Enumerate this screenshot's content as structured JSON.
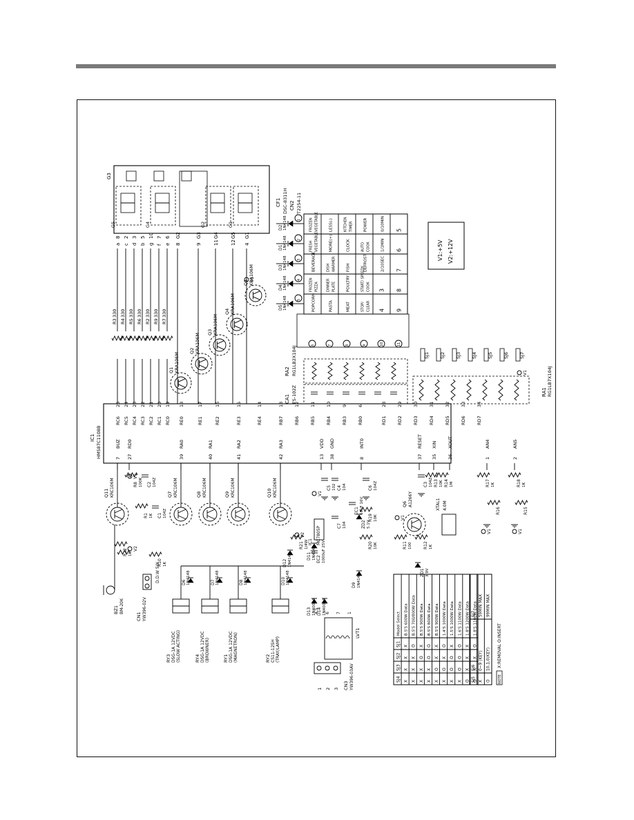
{
  "colors": {
    "ink": "#000000",
    "header_bar": "#7a7a7a",
    "paper": "#ffffff"
  },
  "ic1": {
    "name": "IC1",
    "part": "HMS87C1108B",
    "pins_left": [
      [
        "7",
        "BUZ"
      ],
      [
        "27",
        "RD0"
      ],
      [
        "39",
        "RA0"
      ],
      [
        "40",
        "RA1"
      ],
      [
        "41",
        "RA2"
      ],
      [
        "42",
        "RA3"
      ],
      [
        "13",
        "VDD"
      ],
      [
        "38",
        "GND"
      ],
      [
        "8",
        "INT0"
      ],
      [
        "37",
        "RESET"
      ],
      [
        "35",
        "XIN"
      ],
      [
        "36",
        "XOUT"
      ],
      [
        "1",
        "AN4"
      ],
      [
        "2",
        "AN5"
      ]
    ],
    "pins_right_top": [
      [
        "RC6",
        "25"
      ],
      [
        "RC5",
        "24"
      ],
      [
        "RC4",
        "23"
      ],
      [
        "RC3",
        "22"
      ],
      [
        "RC2",
        "21"
      ],
      [
        "RC1",
        "20"
      ],
      [
        "RC0",
        "19"
      ],
      [
        "RE0",
        "18"
      ],
      [
        "RE1",
        "17"
      ],
      [
        "RE2",
        "16"
      ],
      [
        "RE3",
        "15"
      ],
      [
        "RE4",
        "14"
      ]
    ],
    "pins_right_bottom": [
      [
        "RB7",
        "13"
      ],
      [
        "RB6",
        "12"
      ],
      [
        "RB5",
        "11"
      ],
      [
        "RB4",
        "10"
      ],
      [
        "RB3",
        "9"
      ],
      [
        "RB0",
        "6"
      ],
      [
        "RD1",
        "28"
      ],
      [
        "RD2",
        "29"
      ],
      [
        "RD3",
        "30"
      ],
      [
        "RD4",
        "31"
      ],
      [
        "RD5",
        "32"
      ],
      [
        "RD6",
        "33"
      ],
      [
        "RD7",
        "34"
      ]
    ]
  },
  "seg_resistors": [
    [
      "R3",
      "330"
    ],
    [
      "R4",
      "330"
    ],
    [
      "R5",
      "330"
    ],
    [
      "R6",
      "330"
    ],
    [
      "R2",
      "330"
    ],
    [
      "R9",
      "330"
    ],
    [
      "R7",
      "330"
    ]
  ],
  "seg_letters": [
    "a",
    "c",
    "d",
    "b",
    "g",
    "f",
    "e"
  ],
  "seg_numbers": [
    "8",
    "2",
    "3",
    "5",
    "10",
    "7",
    "6"
  ],
  "grid_numbers": [
    "8",
    "9",
    "11",
    "12",
    "4"
  ],
  "grid_labels": [
    "G2",
    "G3",
    "G4",
    "G5",
    "G1"
  ],
  "display": {
    "grid_label": "G3",
    "digit_groups": [
      "G5",
      "G4",
      "G2",
      "G1"
    ]
  },
  "vfd": {
    "label": "CF1",
    "part": "DSC-8311H"
  },
  "connector_cn2": {
    "label": "CN2",
    "part": "T2254-11"
  },
  "transistors_right": [
    [
      "Q1",
      "KRA106M"
    ],
    [
      "Q2",
      "KRA106M"
    ],
    [
      "Q3",
      "KRA106M"
    ],
    [
      "Q4",
      "KRA106M"
    ],
    [
      "Q5",
      "KRA106M"
    ]
  ],
  "resistor_arrays": {
    "ra2": {
      "label": "RA2",
      "part": "RG1LB2X104J"
    },
    "ca1": {
      "label": "CA1",
      "part": "FS-102Z"
    },
    "ra1": {
      "label": "RA1",
      "part": "RG1LB7X104J"
    }
  },
  "diodes_keypad": [
    [
      "D2",
      "1N4148"
    ],
    [
      "D1",
      "1N4148"
    ],
    [
      "D3",
      "1N4148"
    ],
    [
      "D4",
      "1N4148"
    ],
    [
      "D5",
      "1N4148"
    ]
  ],
  "keypad": [
    [
      "FROZEN VEGETABLE",
      "LESS(-)",
      "KITCHEN TIMER",
      "POWER",
      "0/10MIN",
      "5"
    ],
    [
      "FRESH VEGETABLE",
      "MORE(+)",
      "CLOCK",
      "AUTO COOK",
      "1/1MIN",
      "6"
    ],
    [
      "BEVERAGE",
      "DISH WARMER",
      "FISH",
      "DEFROST",
      "2/10SEC",
      "7"
    ],
    [
      "FROZEN PIZZA",
      "DINNER PLATE",
      "POULTRY",
      "START/ SPEEDY COOK",
      "3",
      "8"
    ],
    [
      "POPCORN",
      "PASTA",
      "MEAT",
      "STOP/ CLEAR",
      "4",
      "9"
    ]
  ],
  "keypad_circles": [
    "(1)",
    "(2)",
    "(3)",
    "(4)",
    "(5)",
    "(6)",
    "(7)",
    "(8)",
    "(9)",
    "(10)",
    "(11)"
  ],
  "jumpers": [
    "SJ1",
    "SJ2",
    "SJ3",
    "SJ4",
    "SJ5",
    "SJ6",
    "SJ7"
  ],
  "power_note": {
    "line1": "V1:+5V",
    "line2": "V2:+12V"
  },
  "left_transistors": [
    [
      "Q11",
      "KRC106M"
    ],
    [
      "Q7",
      "KRC106M"
    ],
    [
      "Q8",
      "KRC106M"
    ],
    [
      "Q9",
      "KRC106M"
    ],
    [
      "Q10",
      "KRC106M"
    ],
    [
      "Q6",
      "A1266Y"
    ]
  ],
  "passives": [
    [
      "R8",
      "100K"
    ],
    [
      "C2",
      "104Z"
    ],
    [
      "R1",
      "1K"
    ],
    [
      "C1",
      "104Z"
    ],
    [
      "R22",
      "1K"
    ],
    [
      "R10",
      "1K"
    ],
    [
      "R11",
      "100"
    ],
    [
      "R12",
      "1K"
    ],
    [
      "R13",
      "10K"
    ],
    [
      "C3",
      "104Z"
    ],
    [
      "R14",
      "1M"
    ],
    [
      "R17",
      "1K"
    ],
    [
      "R18",
      "1K"
    ],
    [
      "R16",
      ""
    ],
    [
      "R15",
      ""
    ],
    [
      "R19",
      "10K"
    ],
    [
      "R20",
      "10K"
    ],
    [
      "R21",
      "1/4W"
    ],
    [
      "C5",
      "102"
    ],
    [
      "C4",
      "104"
    ],
    [
      "C6",
      "104Z"
    ],
    [
      "C7",
      "104"
    ],
    [
      "EC1",
      "10uF 16V"
    ],
    [
      "EC2",
      "1000uF 25V"
    ],
    [
      "ZD2",
      "5.1V"
    ],
    [
      "ZD1",
      "3.9V"
    ],
    [
      "XTAL1",
      "4.0M"
    ],
    [
      "IC1_REG",
      "MC7805P"
    ]
  ],
  "relay_diodes": [
    [
      "D6",
      "1N4148"
    ],
    [
      "D7",
      "1N4148"
    ],
    [
      "D8",
      "1N4148"
    ],
    [
      "D10",
      "1N4148"
    ],
    [
      "D12",
      "1N4148"
    ],
    [
      "D11",
      "1N4148"
    ],
    [
      "D13",
      "1N4002A"
    ],
    [
      "D14",
      "1N4002A"
    ],
    [
      "D9",
      "1N4148"
    ]
  ],
  "relays": [
    [
      "RY3",
      "DSG-1A 12VDC",
      "(SLOW ACTING)"
    ],
    [
      "RY4",
      "DSG-1A 12VDC",
      "(BROWNER)"
    ],
    [
      "RY1",
      "DSG-1A 12VDC",
      "(MAGNETRON)"
    ],
    [
      "RY2",
      "CS11-12SH",
      "(TRAY/LAMP)"
    ]
  ],
  "buzzer": {
    "label": "BZ1",
    "part": "BM-20K"
  },
  "cn1": {
    "label": "CN1",
    "part": "YW396-02V",
    "extra": "D.D.W 5W"
  },
  "cn3": {
    "label": "CN3",
    "part": "YW396-03AV",
    "pins": [
      "1",
      "2",
      "3"
    ]
  },
  "transformer": {
    "label": "LVT1",
    "taps": [
      "4,5",
      "6",
      "7",
      "1"
    ]
  },
  "model_table": {
    "headers": [
      "SJ4",
      "SJ3",
      "SJ2",
      "SJ1",
      "Model Select"
    ],
    "rows": [
      [
        "X",
        "X",
        "X",
        "X",
        "B.S'S 600W Data"
      ],
      [
        "X",
        "X",
        "X",
        "O",
        "B.S'S 700/800W Data"
      ],
      [
        "X",
        "X",
        "O",
        "X",
        "B.S'S 900W Data"
      ],
      [
        "X",
        "X",
        "O",
        "O",
        "B.S'S 800W Data"
      ],
      [
        "X",
        "O",
        "X",
        "X",
        "B.S'S 900W Data"
      ],
      [
        "X",
        "O",
        "X",
        "O",
        "1.4'S 1000W Data"
      ],
      [
        "X",
        "O",
        "O",
        "X",
        "1.5'S 1000W Data"
      ],
      [
        "X",
        "O",
        "O",
        "O",
        "1.6'S 1100W Data"
      ],
      [
        "O",
        "X",
        "X",
        "X",
        "1.8'S 1200W Data"
      ],
      [
        "O",
        "X",
        "X",
        "O",
        "1.8'S 1100W Data"
      ]
    ]
  },
  "jumper_table": {
    "headers": [
      "SJ5",
      "SJ6",
      "SJ7"
    ],
    "rows": [
      [
        "X",
        "0~9 (KEY)",
        "59MIN MAX"
      ],
      [
        "O",
        "10,1,0(KEY)",
        "99MIN MAX"
      ]
    ],
    "note_label": "NOTE",
    "note": "X:REMOVAL O:INSERT"
  },
  "volt_labels": [
    "V1",
    "V2"
  ]
}
